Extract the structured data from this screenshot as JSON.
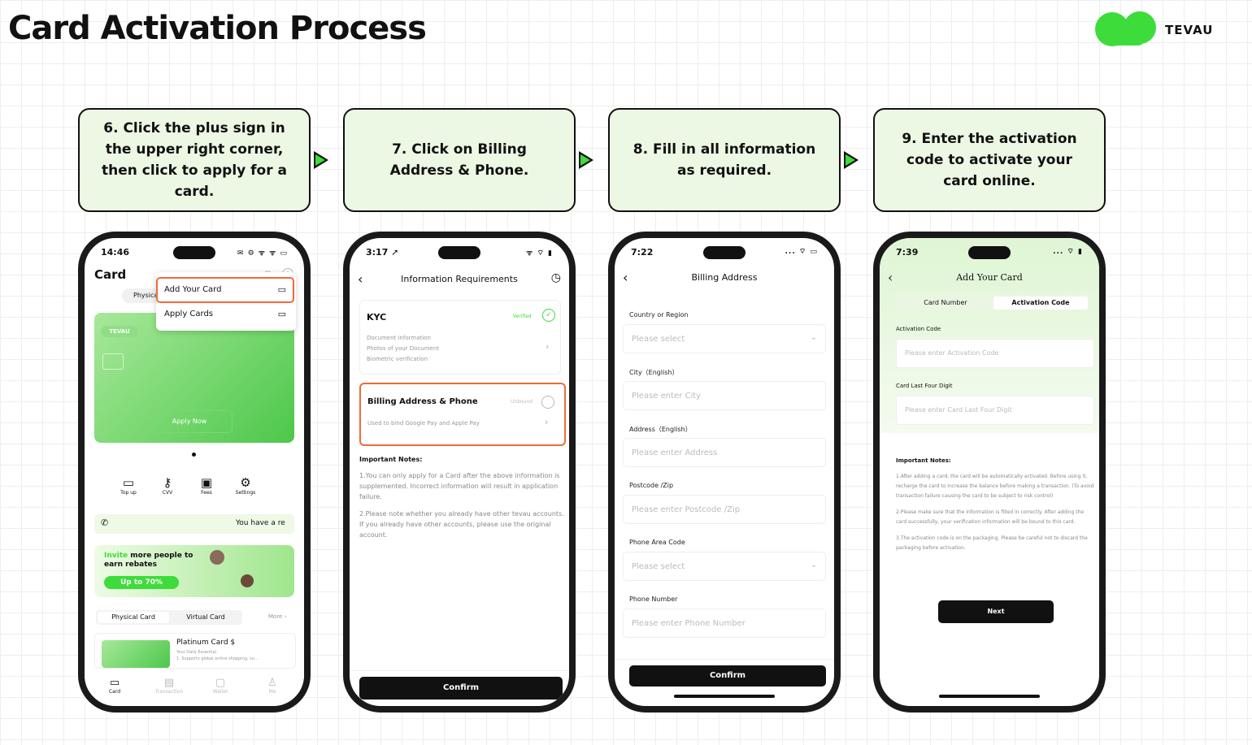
{
  "title": "Card Activation Process",
  "brand": {
    "name": "TEVAU"
  },
  "colors": {
    "accent_green": "#3ddc3a",
    "callout_bg": "#ecf8e4",
    "highlight": "#ef6b3a"
  },
  "steps": [
    {
      "text": "6. Click the plus sign in the upper right corner, then click to apply for a card."
    },
    {
      "text": "7. Click on Billing Address & Phone."
    },
    {
      "text": "8. Fill in all information as required."
    },
    {
      "text": "9. Enter the activation code to activate your card online."
    }
  ],
  "phone1": {
    "time": "14:46",
    "status_icons": "✉ ⚙ ᯤ ᯤ ▭",
    "header": "Card",
    "tab_physical_partial": "Physica",
    "menu": [
      {
        "label": "Add Your Card",
        "icon": "card-add-icon"
      },
      {
        "label": "Apply Cards",
        "icon": "card-icon"
      }
    ],
    "card_logo": "TEVAU",
    "apply_now": "Apply Now",
    "actions": [
      {
        "label": "Top up",
        "icon": "top-up-icon"
      },
      {
        "label": "CVV",
        "icon": "key-icon"
      },
      {
        "label": "Fees",
        "icon": "fees-icon"
      },
      {
        "label": "Settings",
        "icon": "gear-icon"
      }
    ],
    "notice": "You have a re",
    "banner": {
      "highlight": "Invite",
      "line1": " more people to",
      "line2": "earn rebates",
      "pill": "Up to 70%"
    },
    "tabs": [
      "Physical Card",
      "Virtual Card"
    ],
    "more": "More ›",
    "card_item": {
      "name": "Platinum Card $",
      "desc1": "Your Daily Essential",
      "desc2": "1. Supports global online shopping, su..."
    },
    "bottom_nav": [
      {
        "label": "Card",
        "icon": "card-icon"
      },
      {
        "label": "Transaction",
        "icon": "transaction-icon"
      },
      {
        "label": "Wallet",
        "icon": "wallet-icon"
      },
      {
        "label": "Me",
        "icon": "person-icon"
      }
    ]
  },
  "phone2": {
    "time": "3:17 ➚",
    "status_icons": "ᯤ ⌔ ▮",
    "nav_title": "Information Requirements",
    "kyc": {
      "title": "KYC",
      "status": "Verified",
      "items": [
        "Document information",
        "Photos of your Document",
        "Biometric verification"
      ]
    },
    "billing": {
      "title": "Billing Address & Phone",
      "status": "Unbound",
      "desc": "Used to bind Google Pay and Apple Pay"
    },
    "notes_title": "Important Notes:",
    "notes": [
      "1.You can only apply for a Card after the above information is supplemented. Incorrect information will result in application failure.",
      "2.Please note whether you already have other tevau accounts. If you already have other accounts, please use the original account."
    ],
    "confirm": "Confirm"
  },
  "phone3": {
    "time": "7:22",
    "status_icons": "... ⌔ ▭",
    "nav_title": "Billing Address",
    "fields": [
      {
        "label": "Country or Region",
        "placeholder": "Please select"
      },
      {
        "label": "City（English）",
        "placeholder": "Please enter City"
      },
      {
        "label": "Address（English）",
        "placeholder": "Please enter Address"
      },
      {
        "label": "Postcode /Zip",
        "placeholder": "Please enter Postcode /Zip"
      },
      {
        "label": "Phone Area Code",
        "placeholder": "Please select"
      },
      {
        "label": "Phone Number",
        "placeholder": "Please enter Phone Number"
      }
    ],
    "confirm": "Confirm"
  },
  "phone4": {
    "time": "7:39",
    "status_icons": "... ⌔ ▮",
    "nav_title": "Add Your Card",
    "tabs": [
      "Card Number",
      "Activation Code"
    ],
    "fields": [
      {
        "label": "Activation Code",
        "placeholder": "Please enter Activation Code"
      },
      {
        "label": "Card Last Four Digit",
        "placeholder": "Please enter Card Last Four Digit"
      }
    ],
    "notes_title": "Important Notes:",
    "notes": [
      "1.After adding a card, the card will be automatically activated. Before using it, recharge the card to increase the balance before making a transaction. (To avoid transaction failure causing the card to be subject to risk control)",
      "2.Please make sure that the information is filled in correctly. After adding the card successfully, your verification information will be bound to this card.",
      "3.The activation code is on the packaging. Please be careful not to discard the packaging before activation."
    ],
    "next": "Next"
  }
}
